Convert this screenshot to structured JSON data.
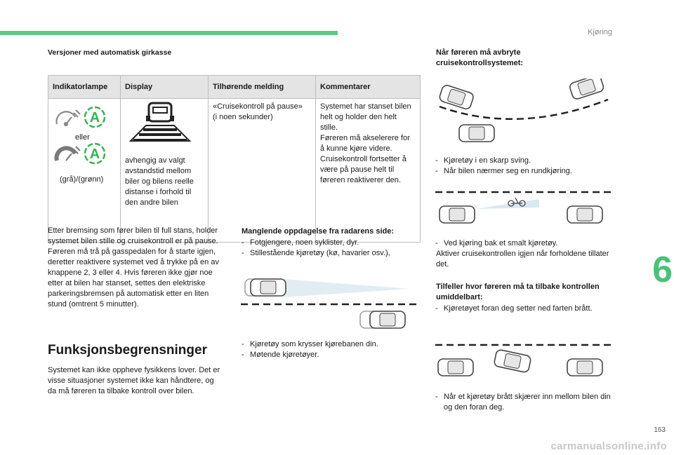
{
  "header": {
    "section": "Kjøring",
    "chapter": "6",
    "page": "163"
  },
  "watermark": "carmanualsonline.info",
  "versions_title": "Versjoner med automatisk girkasse",
  "table": {
    "headers": [
      "Indikatorlampe",
      "Display",
      "Tilhørende melding",
      "Kommentarer"
    ],
    "indicator_or": "eller",
    "indicator_colors": "(grå)/(grønn)",
    "display_text": "avhengig av valgt avstandstid mellom biler og bilens reelle distanse i forhold til den andre bilen",
    "message_lines": [
      "«Cruisekontroll på pause»",
      "(i noen sekunder)"
    ],
    "comment": "Systemet har stanset bilen helt og holder den helt stille.\nFøreren må akselerere for å kunne kjøre videre. Cruisekontroll fortsetter å være på pause helt til føreren reaktiverer den."
  },
  "left_paragraph": "Etter bremsing som fører bilen til full stans, holder systemet bilen stille og cruisekontroll er på pause.\nFøreren må trå på gasspedalen for å starte igjen, deretter reaktivere systemet ved å trykke på en av knappene 2, 3 eller 4. Hvis føreren ikke gjør noe etter at bilen har stanset, settes den elektriske parkeringsbremsen på automatisk etter en liten stund (omtrent 5 minutter).",
  "limits_title": "Funksjonsbegrensninger",
  "limits_paragraph": "Systemet kan ikke oppheve fysikkens lover. Det er visse situasjoner systemet ikke kan håndtere, og da må føreren ta tilbake kontroll over bilen.",
  "radar": {
    "title": "Manglende oppdagelse fra radarens side:",
    "items": [
      "Fotgjengere, noen syklister, dyr.",
      "Stillestående kjøretøy (kø, havarier osv.),"
    ],
    "items2": [
      "Kjøretøy som krysser kjørebanen din.",
      "Møtende kjøretøyer."
    ]
  },
  "interrupt": {
    "title": "Når føreren må avbryte cruisekontrollsystemet:",
    "items": [
      "Kjøretøy i en skarp sving.",
      "Når bilen nærmer seg en rundkjøring."
    ],
    "items2": [
      "Ved kjøring bak et smalt kjøretøy."
    ],
    "note": "Aktiver cruisekontrollen igjen når forholdene tillater det."
  },
  "immediate": {
    "title": "Tilfeller hvor føreren må ta tilbake kontrollen umiddelbart:",
    "items": [
      "Kjøretøyet foran deg setter ned farten brått."
    ],
    "items2": [
      "Når et kjøretøy brått skjærer inn mellom bilen din og den foran deg."
    ]
  },
  "colors": {
    "accent": "#5ec983",
    "chapter": "#4cc07a",
    "table_header": "#e4e4e4"
  },
  "icons": [
    "cruise-control-gray-icon",
    "auto-hold-a-icon",
    "cruise-control-green-icon",
    "distance-display-icon",
    "car-illustration"
  ]
}
